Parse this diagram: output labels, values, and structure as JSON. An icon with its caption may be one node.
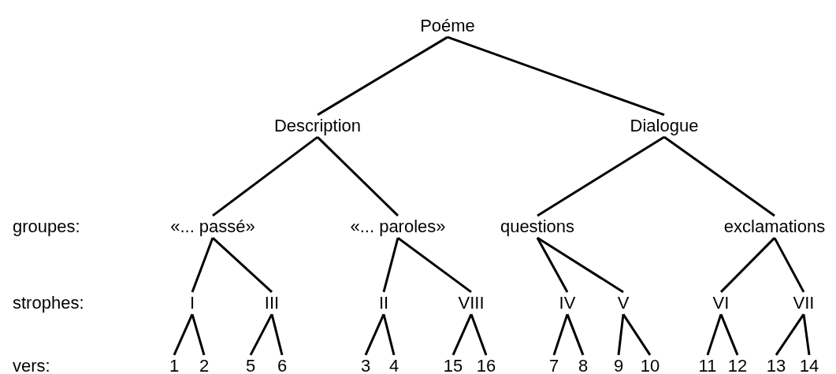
{
  "diagram": {
    "nodes": [
      {
        "text": [
          "Poéme"
        ]
      },
      {
        "text": [
          "Description"
        ]
      },
      {
        "text": [
          "Dialogue"
        ]
      },
      {
        "text": [
          "«... passé»"
        ]
      },
      {
        "text": [
          "«... paroles»"
        ]
      },
      {
        "text": [
          "questions"
        ]
      },
      {
        "text": [
          "exclamations"
        ]
      },
      {
        "text": [
          "I"
        ]
      },
      {
        "text": [
          "III"
        ]
      },
      {
        "text": [
          "II"
        ]
      },
      {
        "text": [
          "VIII"
        ]
      },
      {
        "text": [
          "IV"
        ]
      },
      {
        "text": [
          "V"
        ]
      },
      {
        "text": [
          "VI"
        ]
      },
      {
        "text": [
          "VII"
        ]
      },
      {
        "text": [
          "1"
        ]
      },
      {
        "text": [
          "2"
        ]
      },
      {
        "text": [
          "5"
        ]
      },
      {
        "text": [
          "6"
        ]
      },
      {
        "text": [
          "3"
        ]
      },
      {
        "text": [
          "4"
        ]
      },
      {
        "text": [
          "15"
        ]
      },
      {
        "text": [
          "16"
        ]
      },
      {
        "text": [
          "7"
        ]
      },
      {
        "text": [
          "8"
        ]
      },
      {
        "text": [
          "9"
        ]
      },
      {
        "text": [
          "10"
        ]
      },
      {
        "text": [
          "11"
        ]
      },
      {
        "text": [
          "12"
        ]
      },
      {
        "text": [
          "13"
        ]
      },
      {
        "text": [
          "14"
        ]
      }
    ],
    "edges": [
      {
        "from": 0,
        "to": 1,
        "arrow": "none"
      },
      {
        "from": 0,
        "to": 2,
        "arrow": "none"
      },
      {
        "from": 1,
        "to": 3,
        "arrow": "none"
      },
      {
        "from": 1,
        "to": 4,
        "arrow": "none"
      },
      {
        "from": 2,
        "to": 5,
        "arrow": "none"
      },
      {
        "from": 2,
        "to": 6,
        "arrow": "none"
      },
      {
        "from": 3,
        "to": 7,
        "arrow": "none"
      },
      {
        "from": 3,
        "to": 8,
        "arrow": "none"
      },
      {
        "from": 4,
        "to": 9,
        "arrow": "none"
      },
      {
        "from": 4,
        "to": 10,
        "arrow": "none"
      },
      {
        "from": 5,
        "to": 11,
        "arrow": "none"
      },
      {
        "from": 5,
        "to": 12,
        "arrow": "none"
      },
      {
        "from": 6,
        "to": 13,
        "arrow": "none"
      },
      {
        "from": 6,
        "to": 14,
        "arrow": "none"
      },
      {
        "from": 7,
        "to": 15,
        "arrow": "none"
      },
      {
        "from": 7,
        "to": 16,
        "arrow": "none"
      },
      {
        "from": 8,
        "to": 17,
        "arrow": "none"
      },
      {
        "from": 8,
        "to": 18,
        "arrow": "none"
      },
      {
        "from": 9,
        "to": 19,
        "arrow": "none"
      },
      {
        "from": 9,
        "to": 20,
        "arrow": "none"
      },
      {
        "from": 10,
        "to": 21,
        "arrow": "none"
      },
      {
        "from": 10,
        "to": 22,
        "arrow": "none"
      },
      {
        "from": 11,
        "to": 23,
        "arrow": "none"
      },
      {
        "from": 11,
        "to": 24,
        "arrow": "none"
      },
      {
        "from": 12,
        "to": 25,
        "arrow": "none"
      },
      {
        "from": 12,
        "to": 26,
        "arrow": "none"
      },
      {
        "from": 13,
        "to": 27,
        "arrow": "none"
      },
      {
        "from": 13,
        "to": 28,
        "arrow": "none"
      },
      {
        "from": 14,
        "to": 29,
        "arrow": "none"
      },
      {
        "from": 14,
        "to": 30,
        "arrow": "none"
      }
    ],
    "labels": [
      "groupes:",
      "strophes:",
      "vers:"
    ]
  }
}
